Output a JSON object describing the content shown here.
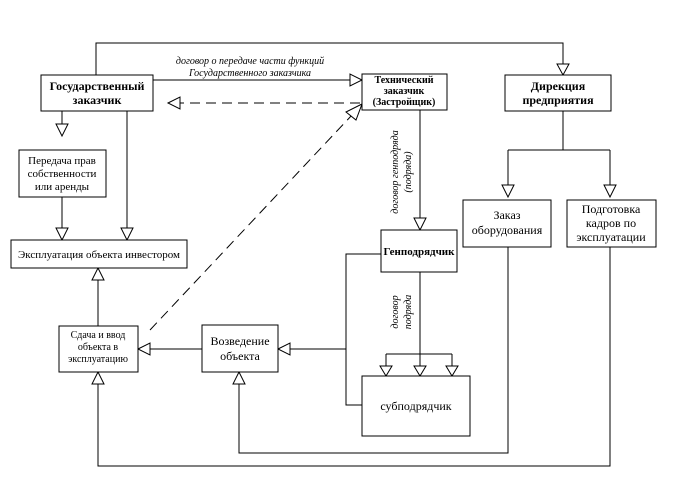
{
  "nodes": {
    "state_customer": [
      "Государственный",
      "заказчик"
    ],
    "tech_customer": [
      "Технический",
      "заказчик",
      "(Застройщик)"
    ],
    "directorate": [
      "Дирекция",
      "предприятия"
    ],
    "rights_transfer": [
      "Передача прав",
      "собственности",
      "или аренды"
    ],
    "operation_by_investor": [
      "Эксплуатация объекта инвестором"
    ],
    "general_contractor": [
      "Генподрядчик"
    ],
    "equipment_order": [
      "Заказ",
      "оборудования"
    ],
    "staff_training": [
      "Подготовка",
      "кадров по",
      "эксплуатации"
    ],
    "commissioning": [
      "Сдача и ввод",
      "объекта в",
      "эксплуатацию"
    ],
    "construction": [
      "Возведение",
      "объекта"
    ],
    "subcontractor": [
      "субподрядчик"
    ]
  },
  "edge_labels": {
    "partial_transfer": [
      "договор о передаче части функций",
      "Государственного заказчика"
    ],
    "general_contract": [
      "договор генподряда",
      "(подряда)"
    ],
    "sub_contract": [
      "договор",
      "подряда"
    ]
  }
}
